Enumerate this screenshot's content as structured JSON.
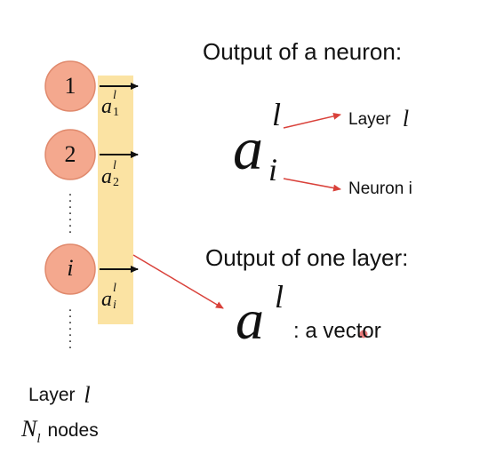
{
  "neuron_output": {
    "heading": "Output of a neuron:",
    "symbol": "a",
    "superscript": "l",
    "subscript": "i",
    "layer_label": "Layer",
    "layer_var": "l",
    "neuron_label": "Neuron i"
  },
  "layer_output": {
    "heading": "Output of one layer:",
    "symbol": "a",
    "superscript": "l",
    "description": ": a vector"
  },
  "layer_diagram": {
    "nodes": [
      "1",
      "2",
      "i"
    ],
    "outputs": [
      {
        "sym": "a",
        "sup": "l",
        "sub": "1"
      },
      {
        "sym": "a",
        "sup": "l",
        "sub": "2"
      },
      {
        "sym": "a",
        "sup": "l",
        "sub": "i"
      }
    ],
    "layer_label": "Layer",
    "layer_var": "l",
    "count_var": "N",
    "count_sub": "l",
    "count_label": "nodes"
  },
  "colors": {
    "node_fill": "#f4a88e",
    "node_stroke": "#e0896c",
    "band_fill": "#fbe3a3",
    "arrow_red": "#d9413a",
    "cursor_dot": "#e86565"
  }
}
